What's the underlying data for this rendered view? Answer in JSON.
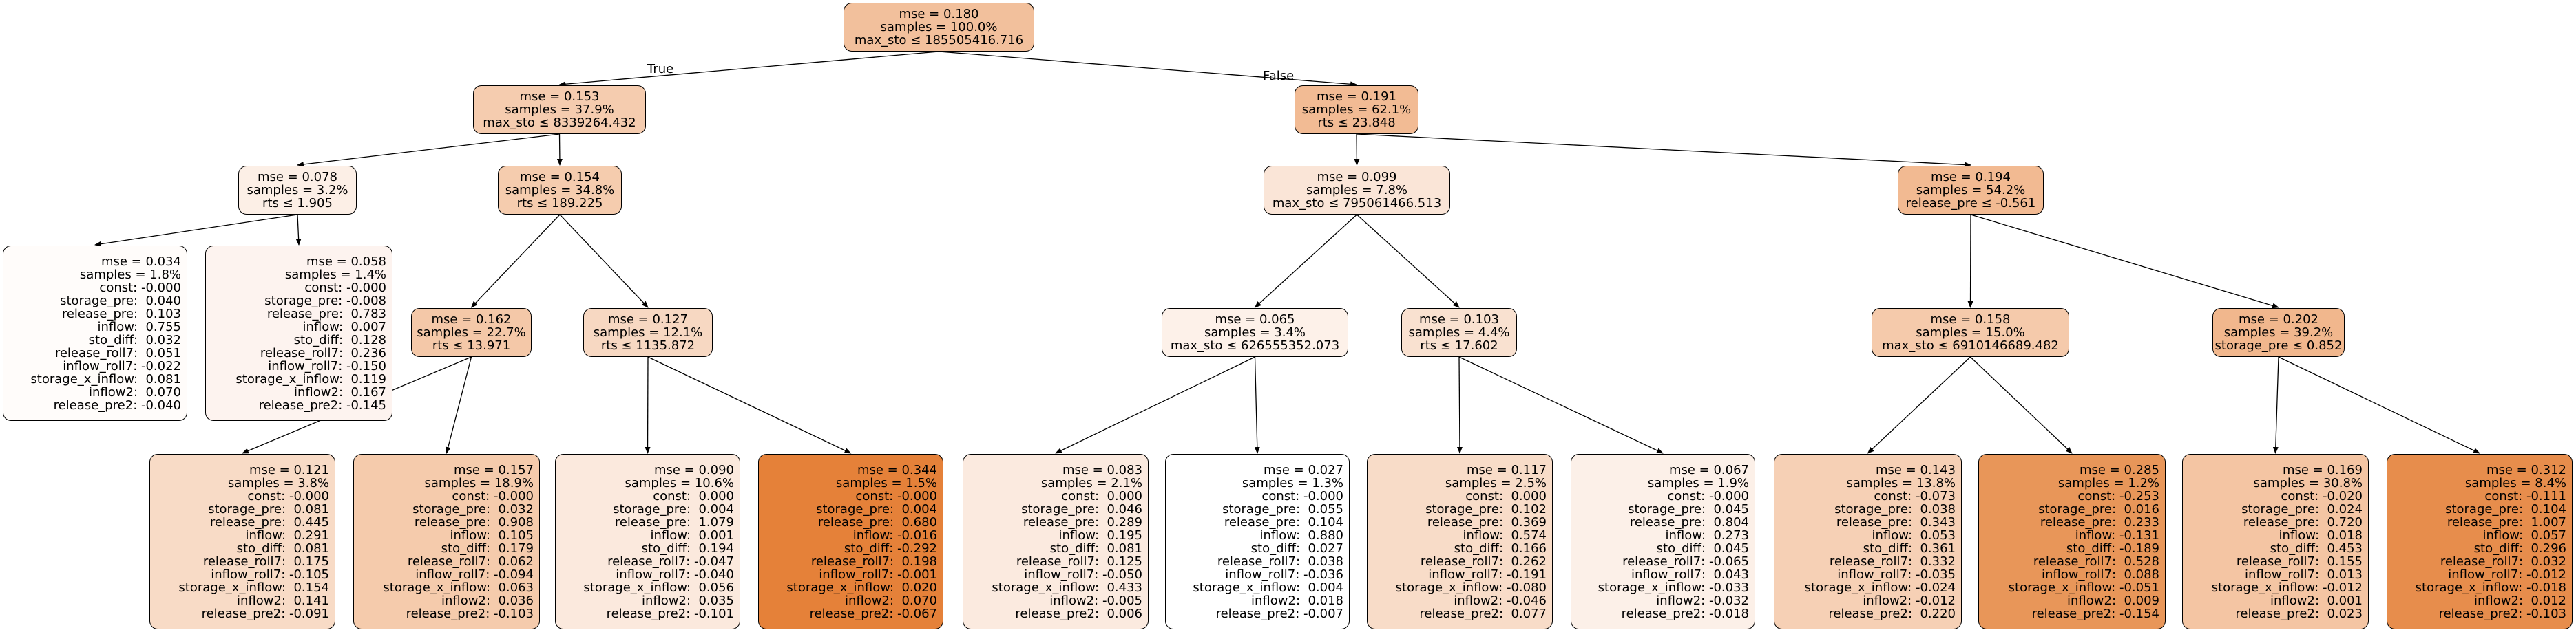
{
  "edge_labels": {
    "true_label": "True",
    "false_label": "False"
  },
  "nodes": [
    {
      "id": "n0",
      "lines": [
        "mse = 0.180",
        "samples = 100.0%",
        "max_sto ≤ 185505416.716"
      ],
      "color": "#f2c09c"
    },
    {
      "id": "n1",
      "lines": [
        "mse = 0.153",
        "samples = 37.9%",
        "max_sto ≤ 8339264.432"
      ],
      "color": "#f5ccaf"
    },
    {
      "id": "n2",
      "lines": [
        "mse = 0.078",
        "samples = 3.2%",
        "rts ≤ 1.905"
      ],
      "color": "#fcefe6"
    },
    {
      "id": "n3",
      "lines": [
        "mse = 0.034",
        "samples = 1.8%",
        "const: -0.000",
        "storage_pre:  0.040",
        "release_pre:  0.103",
        "inflow:  0.755",
        "sto_diff:  0.032",
        "release_roll7:  0.051",
        "inflow_roll7: -0.022",
        "storage_x_inflow:  0.081",
        "inflow2:  0.070",
        "release_pre2: -0.040"
      ],
      "color": "#fffcfa"
    },
    {
      "id": "n4",
      "lines": [
        "mse = 0.058",
        "samples = 1.4%",
        "const: -0.000",
        "storage_pre: -0.008",
        "release_pre:  0.783",
        "inflow:  0.007",
        "sto_diff:  0.128",
        "release_roll7:  0.236",
        "inflow_roll7: -0.150",
        "storage_x_inflow:  0.119",
        "inflow2:  0.167",
        "release_pre2: -0.145"
      ],
      "color": "#fdf3ef"
    },
    {
      "id": "n5",
      "lines": [
        "mse = 0.154",
        "samples = 34.8%",
        "rts ≤ 189.225"
      ],
      "color": "#f5ccae"
    },
    {
      "id": "n6",
      "lines": [
        "mse = 0.162",
        "samples = 22.7%",
        "rts ≤ 13.971"
      ],
      "color": "#f4c8a8"
    },
    {
      "id": "n7",
      "lines": [
        "mse = 0.121",
        "samples = 3.8%",
        "const: -0.000",
        "storage_pre:  0.081",
        "release_pre:  0.445",
        "inflow:  0.291",
        "sto_diff:  0.081",
        "release_roll7:  0.175",
        "inflow_roll7: -0.105",
        "storage_x_inflow:  0.154",
        "inflow2:  0.141",
        "release_pre2: -0.091"
      ],
      "color": "#f8dbc6"
    },
    {
      "id": "n8",
      "lines": [
        "mse = 0.157",
        "samples = 18.9%",
        "const: -0.000",
        "storage_pre:  0.032",
        "release_pre:  0.908",
        "inflow:  0.105",
        "sto_diff:  0.179",
        "release_roll7:  0.062",
        "inflow_roll7: -0.094",
        "storage_x_inflow:  0.063",
        "inflow2:  0.036",
        "release_pre2: -0.103"
      ],
      "color": "#f5cbac"
    },
    {
      "id": "n9",
      "lines": [
        "mse = 0.127",
        "samples = 12.1%",
        "rts ≤ 1135.872"
      ],
      "color": "#f7d8c2"
    },
    {
      "id": "n10",
      "lines": [
        "mse = 0.090",
        "samples = 10.6%",
        "const:  0.000",
        "storage_pre:  0.004",
        "release_pre:  1.079",
        "inflow:  0.001",
        "sto_diff:  0.194",
        "release_roll7: -0.047",
        "inflow_roll7: -0.040",
        "storage_x_inflow:  0.056",
        "inflow2:  0.035",
        "release_pre2: -0.101"
      ],
      "color": "#fbe9dd"
    },
    {
      "id": "n11",
      "lines": [
        "mse = 0.344",
        "samples = 1.5%",
        "const: -0.000",
        "storage_pre:  0.004",
        "release_pre:  0.680",
        "inflow: -0.016",
        "sto_diff: -0.292",
        "release_roll7:  0.198",
        "inflow_roll7: -0.001",
        "storage_x_inflow:  0.020",
        "inflow2:  0.070",
        "release_pre2: -0.067"
      ],
      "color": "#e58139"
    },
    {
      "id": "n12",
      "lines": [
        "mse = 0.191",
        "samples = 62.1%",
        "rts ≤ 23.848"
      ],
      "color": "#f2bb94"
    },
    {
      "id": "n13",
      "lines": [
        "mse = 0.099",
        "samples = 7.8%",
        "max_sto ≤ 795061466.513"
      ],
      "color": "#fae5d7"
    },
    {
      "id": "n14",
      "lines": [
        "mse = 0.065",
        "samples = 3.4%",
        "max_sto ≤ 626555352.073"
      ],
      "color": "#fdf1e9"
    },
    {
      "id": "n15",
      "lines": [
        "mse = 0.083",
        "samples = 2.1%",
        "const:  0.000",
        "storage_pre:  0.046",
        "release_pre:  0.289",
        "inflow:  0.195",
        "sto_diff:  0.081",
        "release_roll7:  0.125",
        "inflow_roll7: -0.050",
        "storage_x_inflow:  0.433",
        "inflow2: -0.005",
        "release_pre2:  0.006"
      ],
      "color": "#fbeadf"
    },
    {
      "id": "n16",
      "lines": [
        "mse = 0.027",
        "samples = 1.3%",
        "const: -0.000",
        "storage_pre:  0.055",
        "release_pre:  0.104",
        "inflow:  0.880",
        "sto_diff:  0.027",
        "release_roll7:  0.038",
        "inflow_roll7: -0.036",
        "storage_x_inflow:  0.004",
        "inflow2:  0.018",
        "release_pre2: -0.007"
      ],
      "color": "#ffffff"
    },
    {
      "id": "n17",
      "lines": [
        "mse = 0.103",
        "samples = 4.4%",
        "rts ≤ 17.602"
      ],
      "color": "#f9e1d0"
    },
    {
      "id": "n18",
      "lines": [
        "mse = 0.117",
        "samples = 2.5%",
        "const:  0.000",
        "storage_pre:  0.102",
        "release_pre:  0.369",
        "inflow:  0.574",
        "sto_diff:  0.166",
        "release_roll7:  0.262",
        "inflow_roll7: -0.191",
        "storage_x_inflow: -0.080",
        "inflow2: -0.046",
        "release_pre2:  0.077"
      ],
      "color": "#f8dcc8"
    },
    {
      "id": "n19",
      "lines": [
        "mse = 0.067",
        "samples = 1.9%",
        "const: -0.000",
        "storage_pre:  0.045",
        "release_pre:  0.804",
        "inflow:  0.273",
        "sto_diff:  0.045",
        "release_roll7: -0.065",
        "inflow_roll7:  0.043",
        "storage_x_inflow: -0.033",
        "inflow2: -0.032",
        "release_pre2: -0.018"
      ],
      "color": "#fcf0e8"
    },
    {
      "id": "n20",
      "lines": [
        "mse = 0.194",
        "samples = 54.2%",
        "release_pre ≤ -0.561"
      ],
      "color": "#f2ba92"
    },
    {
      "id": "n21",
      "lines": [
        "mse = 0.158",
        "samples = 15.0%",
        "max_sto ≤ 6910146689.482"
      ],
      "color": "#f5caab"
    },
    {
      "id": "n22",
      "lines": [
        "mse = 0.143",
        "samples = 13.8%",
        "const: -0.073",
        "storage_pre:  0.038",
        "release_pre:  0.343",
        "inflow:  0.053",
        "sto_diff:  0.361",
        "release_roll7:  0.332",
        "inflow_roll7: -0.035",
        "storage_x_inflow: -0.024",
        "inflow2: -0.012",
        "release_pre2:  0.220"
      ],
      "color": "#f6d0b5"
    },
    {
      "id": "n23",
      "lines": [
        "mse = 0.285",
        "samples = 1.2%",
        "const: -0.253",
        "storage_pre:  0.016",
        "release_pre:  0.233",
        "inflow: -0.131",
        "sto_diff: -0.189",
        "release_roll7:  0.528",
        "inflow_roll7:  0.088",
        "storage_x_inflow: -0.051",
        "inflow2:  0.009",
        "release_pre2: -0.154"
      ],
      "color": "#e89659"
    },
    {
      "id": "n24",
      "lines": [
        "mse = 0.202",
        "samples = 39.2%",
        "storage_pre ≤ 0.852"
      ],
      "color": "#f1b78d"
    },
    {
      "id": "n25",
      "lines": [
        "mse = 0.169",
        "samples = 30.8%",
        "const: -0.020",
        "storage_pre:  0.024",
        "release_pre:  0.720",
        "inflow:  0.018",
        "sto_diff:  0.453",
        "release_roll7:  0.155",
        "inflow_roll7:  0.013",
        "storage_x_inflow: -0.012",
        "inflow2:  0.001",
        "release_pre2:  0.023"
      ],
      "color": "#f4c5a3"
    },
    {
      "id": "n26",
      "lines": [
        "mse = 0.312",
        "samples = 8.4%",
        "const: -0.111",
        "storage_pre:  0.104",
        "release_pre:  1.007",
        "inflow:  0.057",
        "sto_diff:  0.296",
        "release_roll7:  0.032",
        "inflow_roll7: -0.012",
        "storage_x_inflow: -0.018",
        "inflow2:  0.012",
        "release_pre2: -0.103"
      ],
      "color": "#e78d4c"
    }
  ]
}
